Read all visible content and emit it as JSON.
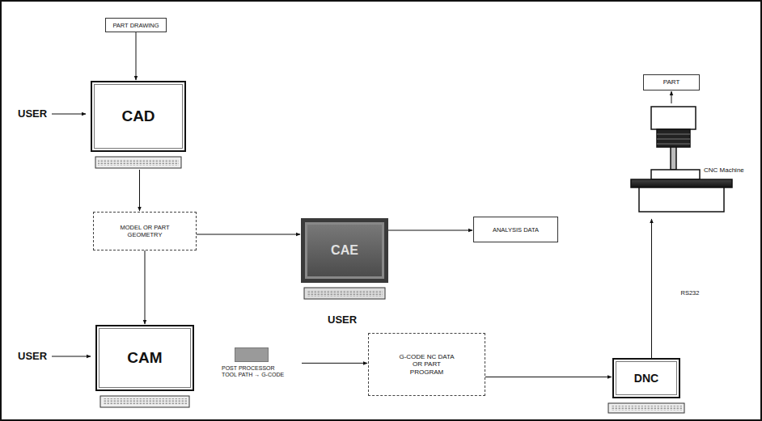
{
  "diagram": {
    "nodes": [
      {
        "text": [
          "PART DRAWING"
        ]
      },
      {
        "text": [
          "PART"
        ]
      },
      {
        "text": [
          "CAD"
        ]
      },
      {
        "text": [
          "CNC Machine"
        ]
      },
      {
        "text": [
          "MODEL OR PART GEOMETRY"
        ]
      },
      {
        "text": [
          "CAE"
        ]
      },
      {
        "text": [
          "ANALYSIS DATA"
        ]
      },
      {
        "text": [
          "CAM"
        ]
      },
      {
        "text": [
          "POST PROCESSOR",
          "TOOL PATH → G-CODE"
        ]
      },
      {
        "text": [
          "G-CODE NC DATA OR PART PROGRAM"
        ]
      },
      {
        "text": [
          "DNC"
        ]
      }
    ],
    "edges": [
      {
        "from": 0,
        "to": 2,
        "arrow": "to"
      },
      {
        "from": 2,
        "to": 4,
        "arrow": "to"
      },
      {
        "from": 4,
        "to": 5,
        "arrow": "to"
      },
      {
        "from": 5,
        "to": 6,
        "arrow": "to"
      },
      {
        "from": 4,
        "to": 7,
        "arrow": "to"
      },
      {
        "from": 8,
        "to": 9,
        "arrow": "to"
      },
      {
        "from": 9,
        "to": 10,
        "arrow": "to"
      },
      {
        "from": 10,
        "to": 3,
        "label": "RS232",
        "arrow": "to"
      },
      {
        "from": 3,
        "to": 1,
        "arrow": "to"
      }
    ],
    "labels": [
      "USER",
      "USER",
      "USER"
    ]
  }
}
